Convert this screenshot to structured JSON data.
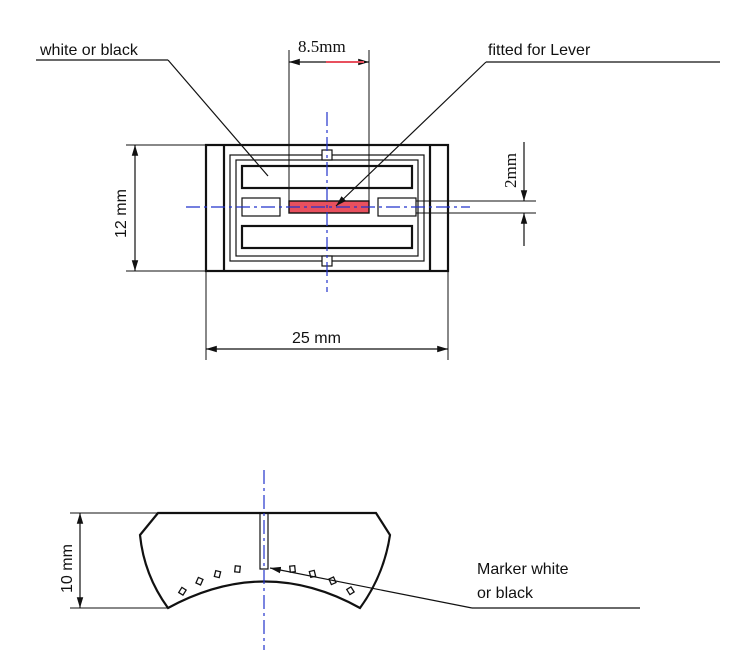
{
  "labels": {
    "top_left": "white or black",
    "top_right": "fitted for Lever",
    "marker": "Marker white",
    "marker_line2": "or black"
  },
  "dimensions": {
    "lever_width": "8.5mm",
    "height": "12 mm",
    "width": "25 mm",
    "slot": "2mm",
    "side_height": "10 mm"
  },
  "colors": {
    "lever_slot": "#e8505e",
    "centerline": "#2233cc",
    "lines": "#111111"
  }
}
